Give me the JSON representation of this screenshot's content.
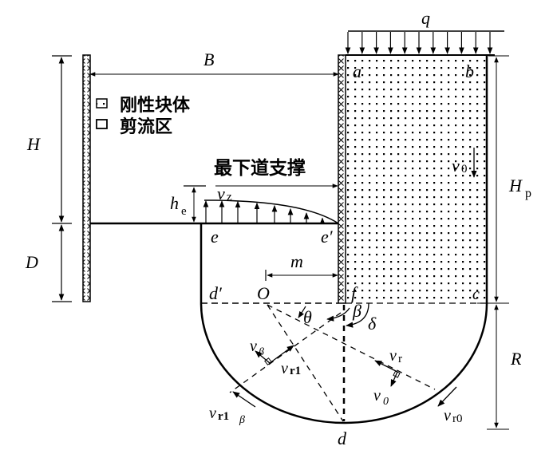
{
  "figure": {
    "title": "Failure mechanism of foundation pit bottom below lowest strut",
    "legend": [
      {
        "symbol": "dotted-square",
        "label": "刚性块体"
      },
      {
        "symbol": "empty-square",
        "label": "剪流区"
      }
    ],
    "annotations": {
      "strut_label": "最下道支撑",
      "surcharge": "q",
      "width": "B",
      "height": "H",
      "embed_depth": "D",
      "block_height_main": "H",
      "block_height_sub": "p",
      "radius": "R",
      "offset": "m",
      "he_main": "h",
      "he_sub": "e",
      "vz_main": "v",
      "vz_sub": "z",
      "v0_main": "v",
      "v0_sub": "0"
    },
    "points": {
      "a": "a",
      "b": "b",
      "c": "c",
      "d": "d",
      "d_prime": "d′",
      "e": "e",
      "e_prime": "e′",
      "f": "f",
      "O": "O"
    },
    "angles": {
      "theta": "θ",
      "beta": "β",
      "delta": "δ"
    },
    "velocities": {
      "v_beta_main": "v",
      "v_beta_sub": "β",
      "v_r1_main": "v",
      "v_r1_sub": "r1",
      "v_r_main": "v",
      "v_r_sub": "r",
      "v_0_main": "v",
      "v_0_sub": "0",
      "v_r1beta_main": "v",
      "v_r1beta_sub": "r1",
      "v_r1beta_sub2": "β",
      "v_r0_main": "v",
      "v_r0_sub": "r0"
    }
  }
}
